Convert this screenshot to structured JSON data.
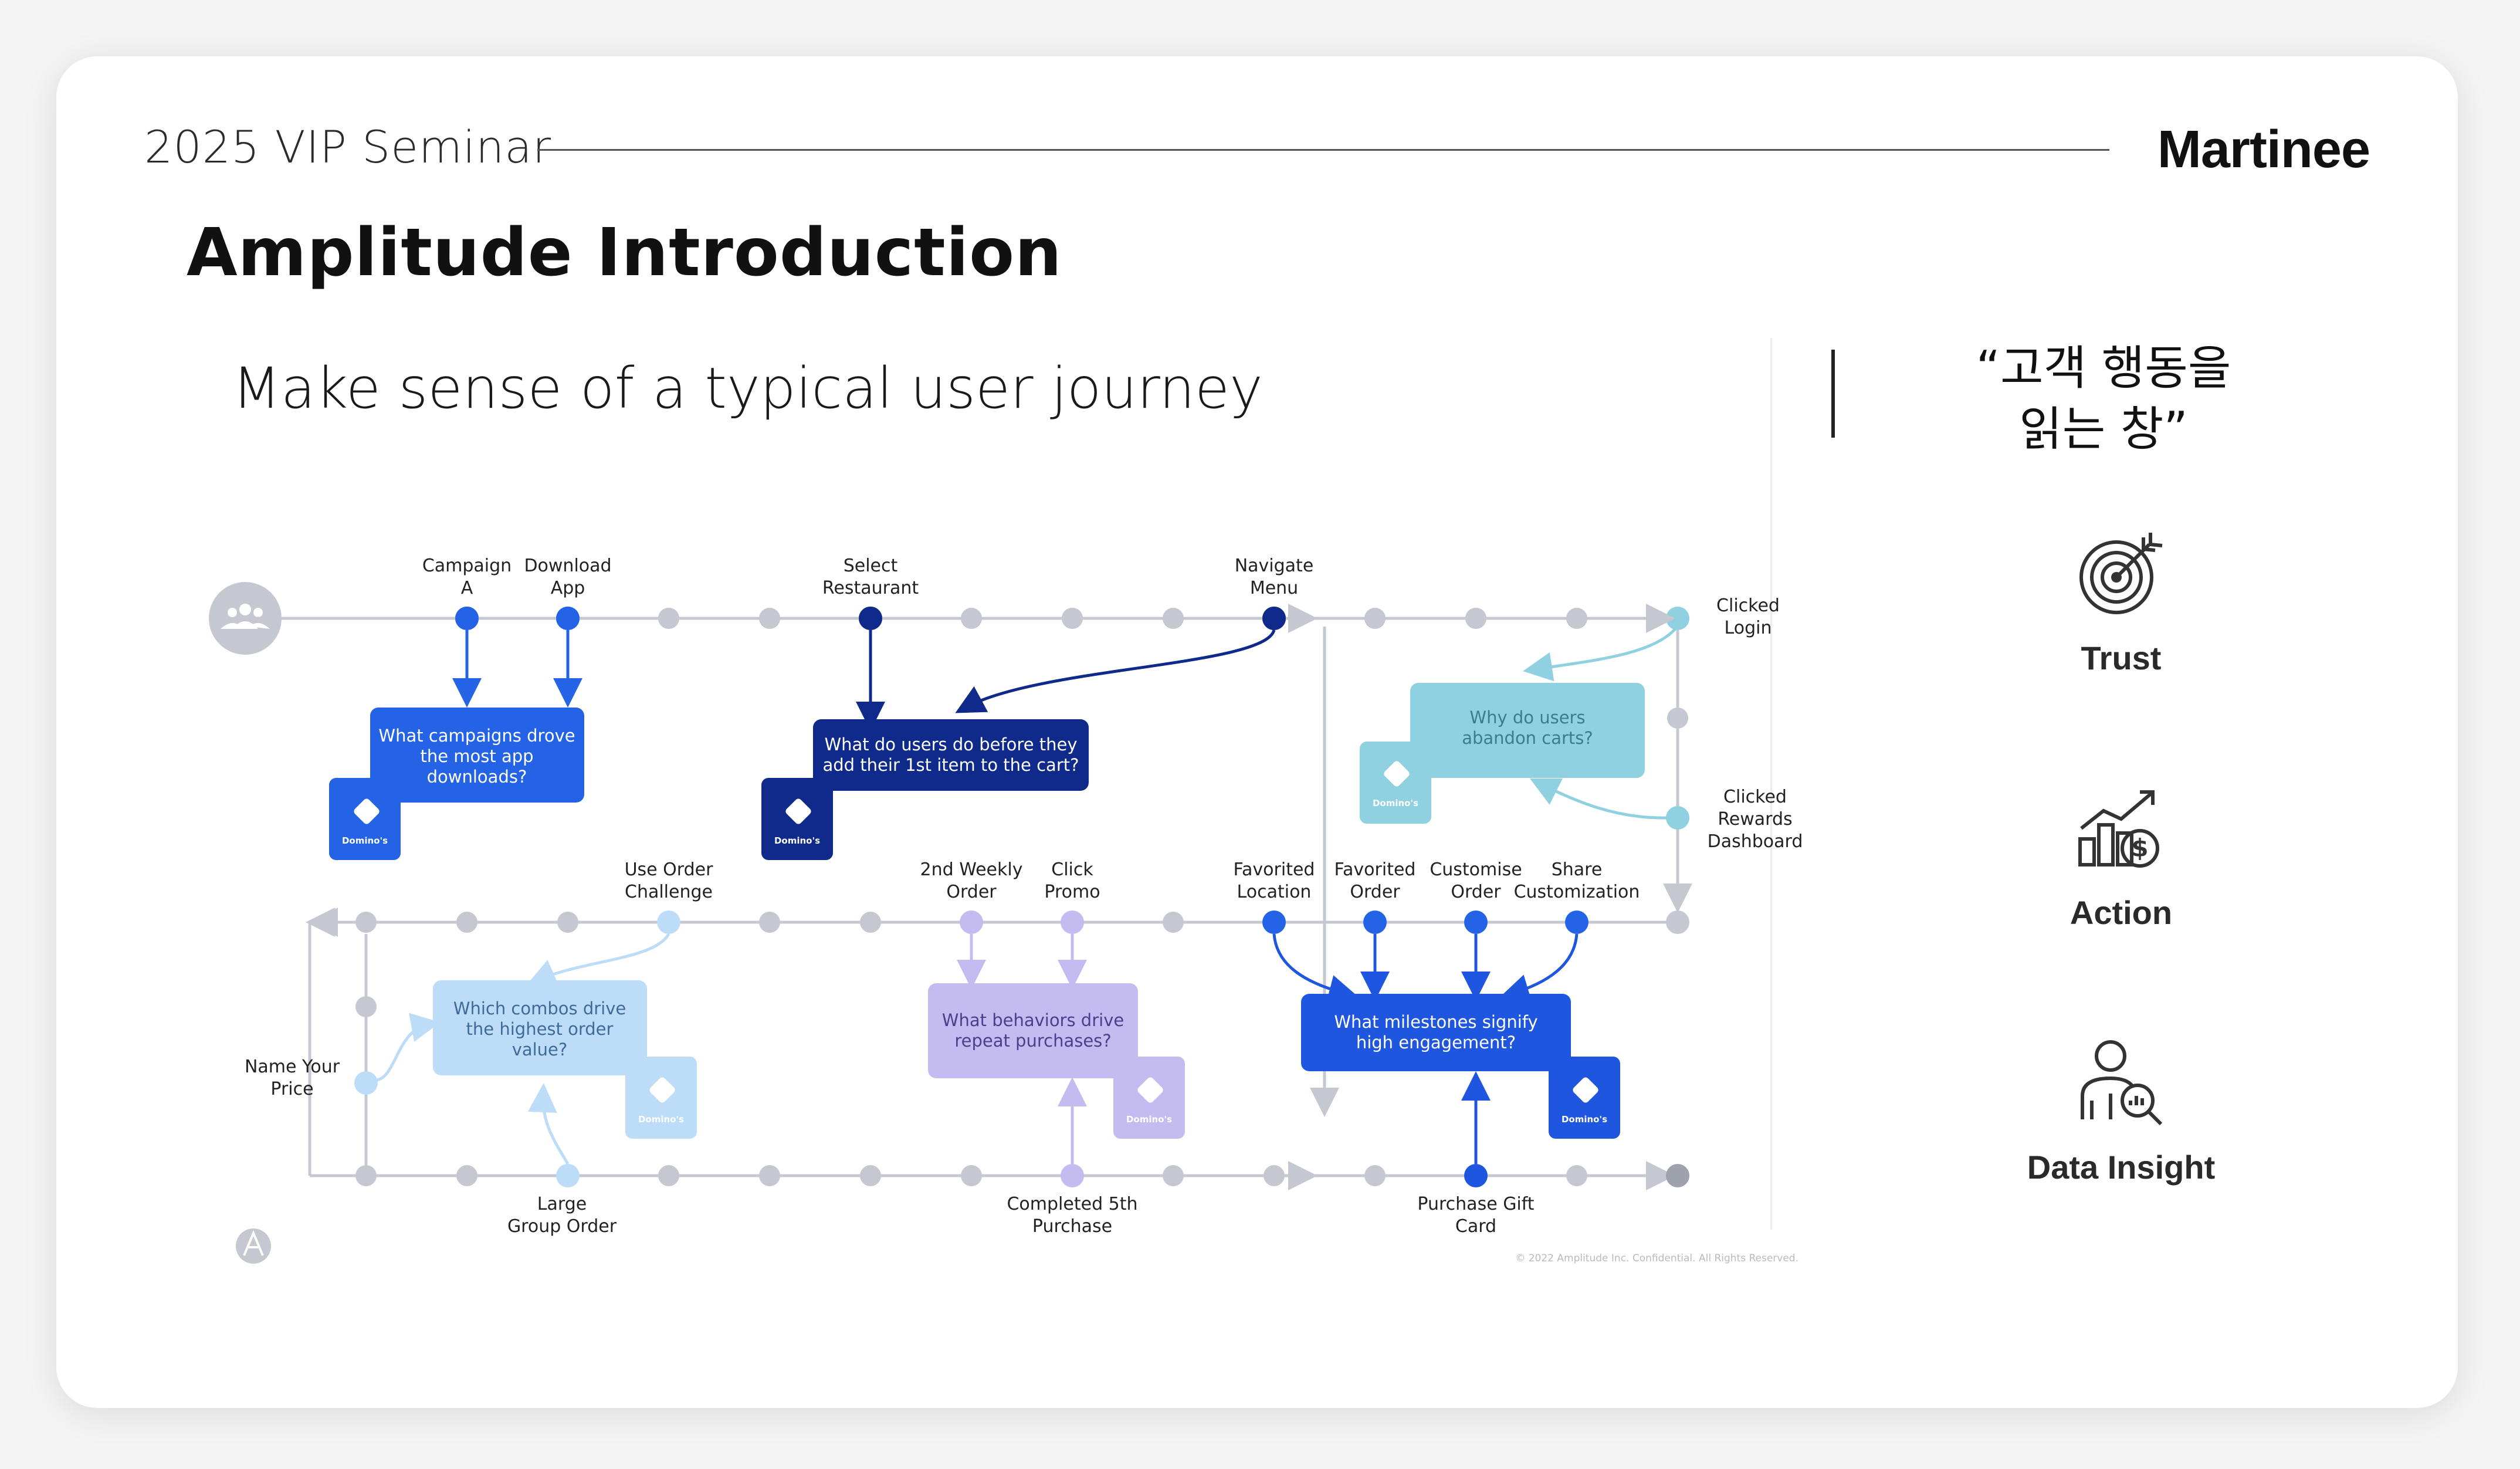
{
  "header": {
    "seminar": "2025 VIP Seminar",
    "brand": "Martinee",
    "title": "Amplitude Introduction"
  },
  "slide": {
    "subtitle": "Make sense of a typical user journey",
    "copyright": "© 2022 Amplitude Inc. Confidential. All Rights Reserved."
  },
  "sidebar": {
    "quote_line1": "“고객 행동을",
    "quote_line2": "읽는 창”",
    "benefits": [
      {
        "label": "Trust",
        "icon": "target-arrow-icon"
      },
      {
        "label": "Action",
        "icon": "growth-chart-dollar-icon"
      },
      {
        "label": "Data Insight",
        "icon": "users-magnifier-icon"
      }
    ]
  },
  "journey": {
    "labels": {
      "campaign_a": [
        "Campaign",
        "A"
      ],
      "download_app": [
        "Download",
        "App"
      ],
      "select_restaurant": [
        "Select",
        "Restaurant"
      ],
      "navigate_menu": [
        "Navigate",
        "Menu"
      ],
      "clicked_login": [
        "Clicked",
        "Login"
      ],
      "clicked_rewards": [
        "Clicked",
        "Rewards",
        "Dashboard"
      ],
      "use_order_challenge": [
        "Use Order",
        "Challenge"
      ],
      "second_weekly_order": [
        "2nd Weekly",
        "Order"
      ],
      "click_promo": [
        "Click",
        "Promo"
      ],
      "favorited_location": [
        "Favorited",
        "Location"
      ],
      "favorited_order": [
        "Favorited",
        "Order"
      ],
      "customise_order": [
        "Customise",
        "Order"
      ],
      "share_customization": [
        "Share",
        "Customization"
      ],
      "name_your_price": [
        "Name Your",
        "Price"
      ],
      "large_group_order": [
        "Large",
        "Group Order"
      ],
      "completed_5th": [
        "Completed 5th",
        "Purchase"
      ],
      "purchase_gift_card": [
        "Purchase Gift",
        "Card"
      ]
    },
    "questions": {
      "campaigns": [
        "What campaigns drove",
        "the most app",
        "downloads?"
      ],
      "before_cart": [
        "What do users do before they",
        "add their 1st item to the cart?"
      ],
      "abandon": [
        "Why do users",
        "abandon carts?"
      ],
      "combos": [
        "Which combos drive",
        "the highest order",
        "value?"
      ],
      "behaviors": [
        "What behaviors drive",
        "repeat purchases?"
      ],
      "milestones": [
        "What milestones signify",
        "high engagement?"
      ]
    },
    "logo_text": "Domino's",
    "colors": {
      "blue": "#2563e6",
      "navy": "#0f2a8a",
      "teal": "#8fd1e0",
      "light": "#bcdcf7",
      "lavender": "#c4bcf0",
      "royal": "#1f56e0",
      "gray": "#c5c8d1"
    }
  }
}
